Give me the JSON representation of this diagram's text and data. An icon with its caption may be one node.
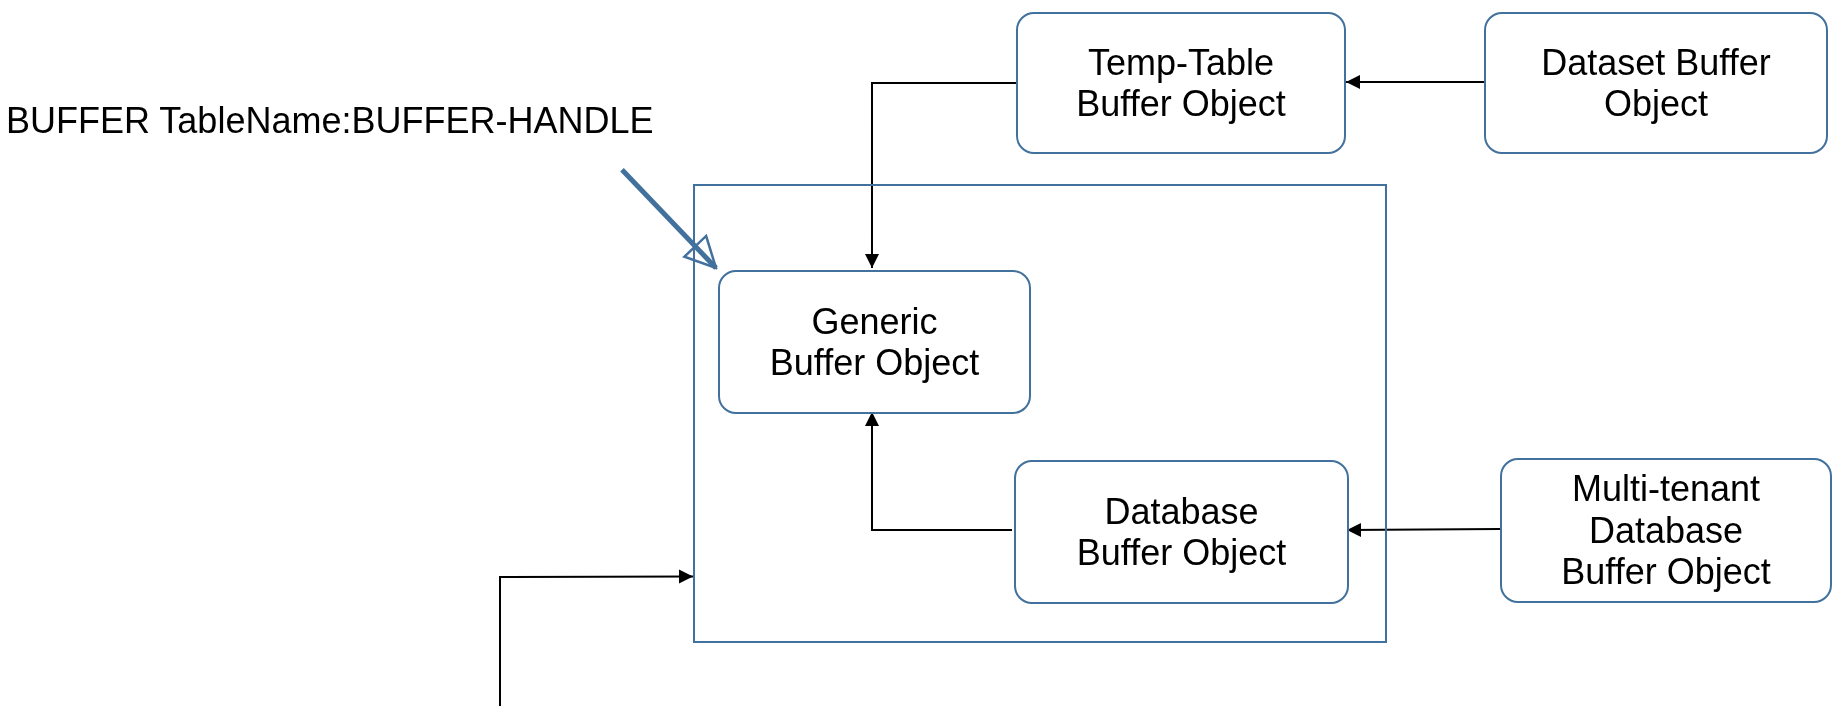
{
  "diagram": {
    "nodes": [
      {
        "text": [
          "Temp-Table Buffer Object"
        ]
      },
      {
        "text": [
          "Dataset Buffer Object"
        ]
      },
      {
        "text": [
          "BUFFER TableName:BUFFER-HANDLE"
        ]
      },
      {
        "text": [],
        "shape": "box"
      },
      {
        "text": [
          "Generic Buffer Object"
        ],
        "in": 3
      },
      {
        "text": [
          "Database Buffer Object"
        ],
        "in": 3
      },
      {
        "text": [
          "Multi-tenant Database Buffer Object"
        ]
      }
    ],
    "edges": [
      {
        "from": 1,
        "to": 0,
        "arrow": "to"
      },
      {
        "from": 0,
        "to": 4,
        "arrow": "to"
      },
      {
        "from": 2,
        "to": 4,
        "arrow": "to",
        "style": "thick",
        "color": "#41719c"
      },
      {
        "from": 5,
        "to": 4,
        "arrow": "to"
      },
      {
        "from": 6,
        "to": 5,
        "arrow": "to"
      },
      {
        "from": null,
        "to": 3,
        "arrow": "to"
      }
    ]
  }
}
